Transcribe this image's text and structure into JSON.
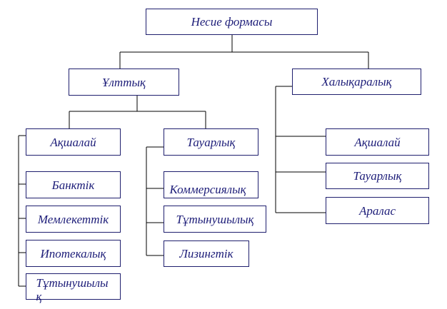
{
  "diagram": {
    "root": "Несие формасы",
    "national": {
      "label": "Ұлттық",
      "cash": {
        "label": "Ақшалай",
        "children": [
          "Банктік",
          "Мемлекеттік",
          "Ипотекалық",
          "Тұтынушылық"
        ]
      },
      "commodity": {
        "label": "Тауарлық",
        "children": [
          "Коммерсиялық",
          "Тұтынушылық",
          "Лизингтік"
        ]
      }
    },
    "international": {
      "label": "Халықаралық",
      "children": [
        "Ақшалай",
        "Тауарлық",
        "Аралас"
      ]
    }
  }
}
